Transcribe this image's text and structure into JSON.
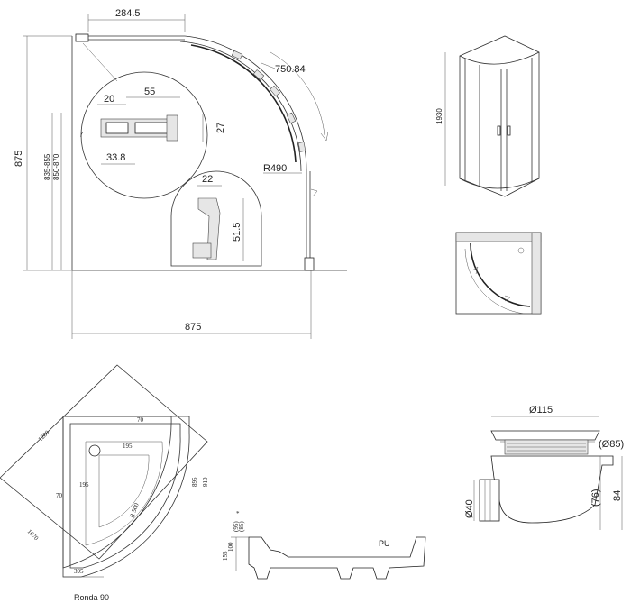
{
  "plan": {
    "width_left": "875",
    "width_bottom": "875",
    "top_offset": "284.5",
    "arc_length": "750.84",
    "radius": "R490",
    "vertical_range_1": "835-855",
    "vertical_range_2": "850-870",
    "profile_width_20": "20",
    "profile_width_55": "55",
    "profile_height_27": "27",
    "profile_bottom_33_8": "33.8",
    "profile_small": "7",
    "handle_width": "22",
    "handle_height": "51.5"
  },
  "elevation": {
    "height": "1930"
  },
  "tray": {
    "diag": "1280",
    "side": "1070",
    "d70a": "70",
    "d195a": "195",
    "d195b": "195",
    "d70b": "70",
    "radius": "R 500",
    "d895": "895",
    "d910": "910",
    "d395": "395",
    "name": "Ronda 90"
  },
  "section": {
    "h155": "155",
    "h100": "100",
    "h95": "(95)",
    "h85": "(85)",
    "asterisk": "*",
    "material": "PU"
  },
  "waste": {
    "dia115": "Ø115",
    "dia85": "(Ø85)",
    "dia40": "Ø40",
    "h76": "(76)",
    "h84": "84"
  }
}
